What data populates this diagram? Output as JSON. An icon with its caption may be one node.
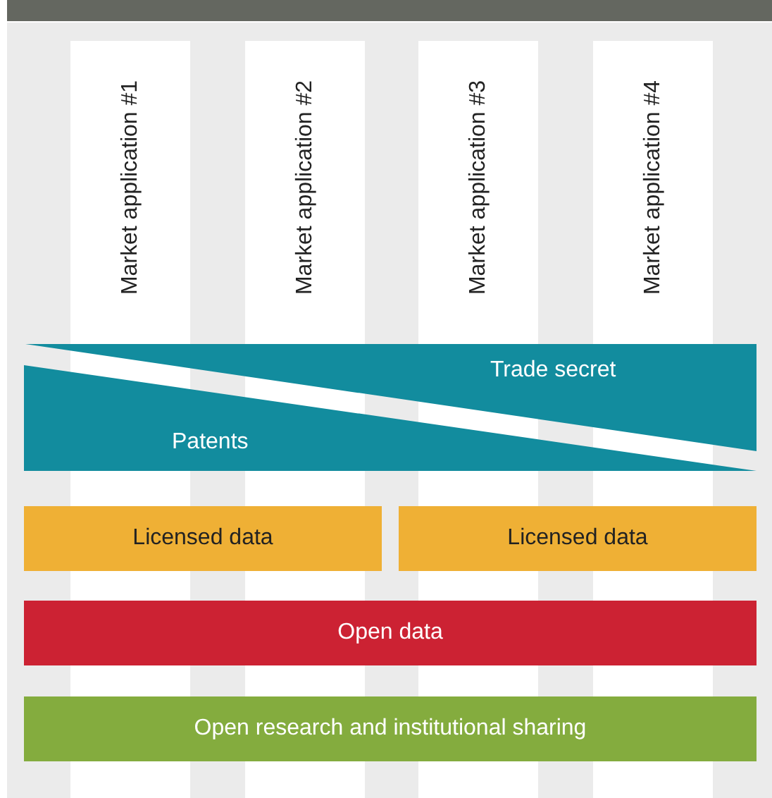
{
  "diagram": {
    "nodes": [
      {
        "text": [
          "Market application #1"
        ]
      },
      {
        "text": [
          "Market application #2"
        ]
      },
      {
        "text": [
          "Market application #3"
        ]
      },
      {
        "text": [
          "Market application #4"
        ]
      },
      {
        "text": [
          "Trade secret"
        ]
      },
      {
        "text": [
          "Patents"
        ]
      },
      {
        "text": [
          "Licensed data"
        ]
      },
      {
        "text": [
          "Licensed data"
        ]
      },
      {
        "text": [
          "Open data"
        ]
      },
      {
        "text": [
          "Open research and institutional sharing"
        ]
      }
    ]
  }
}
